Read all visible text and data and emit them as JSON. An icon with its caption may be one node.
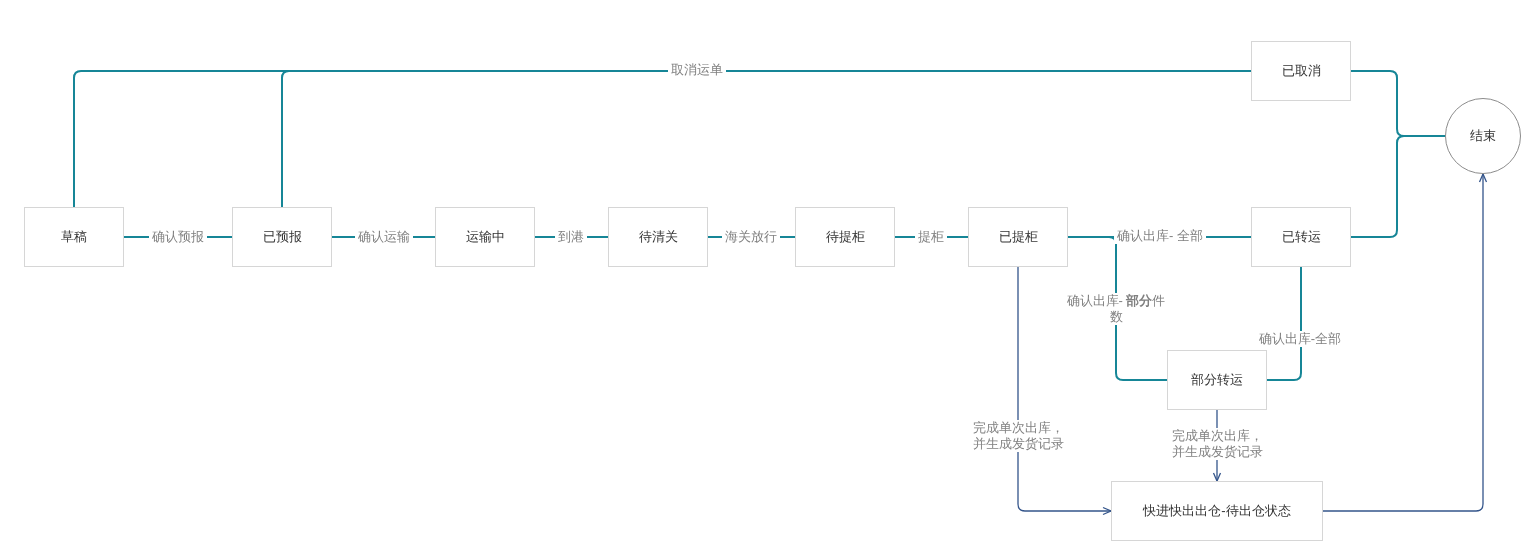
{
  "diagram": {
    "nodes": [
      {
        "text": [
          "草稿"
        ]
      },
      {
        "text": [
          "已预报"
        ]
      },
      {
        "text": [
          "运输中"
        ]
      },
      {
        "text": [
          "待清关"
        ]
      },
      {
        "text": [
          "待提柜"
        ]
      },
      {
        "text": [
          "已提柜"
        ]
      },
      {
        "text": [
          "已转运"
        ]
      },
      {
        "text": [
          "已取消"
        ]
      },
      {
        "text": [
          "结束"
        ]
      },
      {
        "text": [
          "部分转运"
        ]
      },
      {
        "text": [
          "快进快出出仓-待出仓状态"
        ]
      }
    ],
    "edges": [
      {
        "from": 0,
        "to": 1,
        "arrow": "none",
        "label": "确认预报"
      },
      {
        "from": 1,
        "to": 2,
        "arrow": "none",
        "label": "确认运输"
      },
      {
        "from": 2,
        "to": 3,
        "arrow": "none",
        "label": "到港"
      },
      {
        "from": 3,
        "to": 4,
        "arrow": "none",
        "label": "海关放行"
      },
      {
        "from": 4,
        "to": 5,
        "arrow": "none",
        "label": "提柜"
      },
      {
        "from": 5,
        "to": 6,
        "arrow": "none",
        "label": "确认出库- 全部"
      },
      {
        "from": 0,
        "to": 7,
        "arrow": "none",
        "label": "取消运单"
      },
      {
        "from": 1,
        "to": 7,
        "arrow": "none"
      },
      {
        "from": 7,
        "to": 8,
        "arrow": "none"
      },
      {
        "from": 6,
        "to": 8,
        "arrow": "none"
      },
      {
        "from": 5,
        "to": 9,
        "arrow": "none",
        "label": "确认出库- **部分**件数"
      },
      {
        "from": 6,
        "to": 9,
        "arrow": "none",
        "label": "确认出库-全部"
      },
      {
        "from": 5,
        "to": 10,
        "arrow": "to",
        "label": "完成单次出库，并生成发货记录",
        "color": "#34558b"
      },
      {
        "from": 9,
        "to": 10,
        "arrow": "to",
        "label": "完成单次出库，并生成发货记录",
        "color": "#34558b"
      },
      {
        "from": 10,
        "to": 8,
        "arrow": "to",
        "color": "#34558b"
      }
    ]
  }
}
